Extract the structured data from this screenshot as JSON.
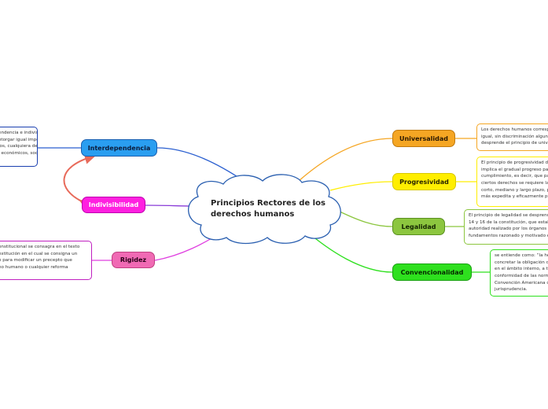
{
  "central": {
    "title": "Principios Rectores de los derechos humanos",
    "lines": [
      "Principios Rectores de los",
      "derechos humanos"
    ]
  },
  "colors": {
    "interdependencia": "#2a9ef0",
    "indivisibilidad": "#ff20e0",
    "rigidez": "#f06ab4",
    "universalidad": "#f5a623",
    "progresividad": "#ffee00",
    "legalidad": "#8cc63f",
    "convencionalidad": "#2ee01e",
    "relation": "#e86a5a",
    "central_border": "#2a5fb0"
  },
  "branches": {
    "interdependencia": {
      "label": "Interdependencia",
      "note": [
        "endencia e indivisibilidad",
        "otorgar igual importancia a",
        "los, cualquiera del que se",
        ", económicos, sociales o"
      ]
    },
    "indivisibilidad": {
      "label": "Indivisibilidad"
    },
    "rigidez": {
      "label": "Rigidez",
      "note": [
        "onstitucional se consagra en el texto",
        "nstitución en el cual se consigna un",
        "o para modificar un precepto que",
        "ho humano o cualquier reforma"
      ]
    },
    "universalidad": {
      "label": "Universalidad",
      "note": [
        "Los derechos humanos corresp",
        "igual, sin discriminación alguna",
        "desprende el principio de unive"
      ]
    },
    "progresividad": {
      "label": "Progresividad",
      "note": [
        "El principio de progresividad de",
        "implica el gradual progreso par",
        "cumplimiento, es decir, que par",
        "ciertos derechos se requiere la",
        "corto, mediano y largo plazo, p",
        "más expedita y eficazmente po"
      ]
    },
    "legalidad": {
      "label": "Legalidad",
      "note": [
        "El principio de legalidad se desprende",
        "14 y 16 de la constitución, que establ",
        "autoridad realizado por los órganos e",
        "fundamentos razonado y motivado e"
      ]
    },
    "convencionalidad": {
      "label": "Convencionalidad",
      "note": [
        "se entiende como: “la he",
        "concretar la obligación d",
        "en el ámbito interno, a t",
        "conformidad de las norm",
        "Convención Americana c",
        "jurisprudencia."
      ]
    }
  }
}
